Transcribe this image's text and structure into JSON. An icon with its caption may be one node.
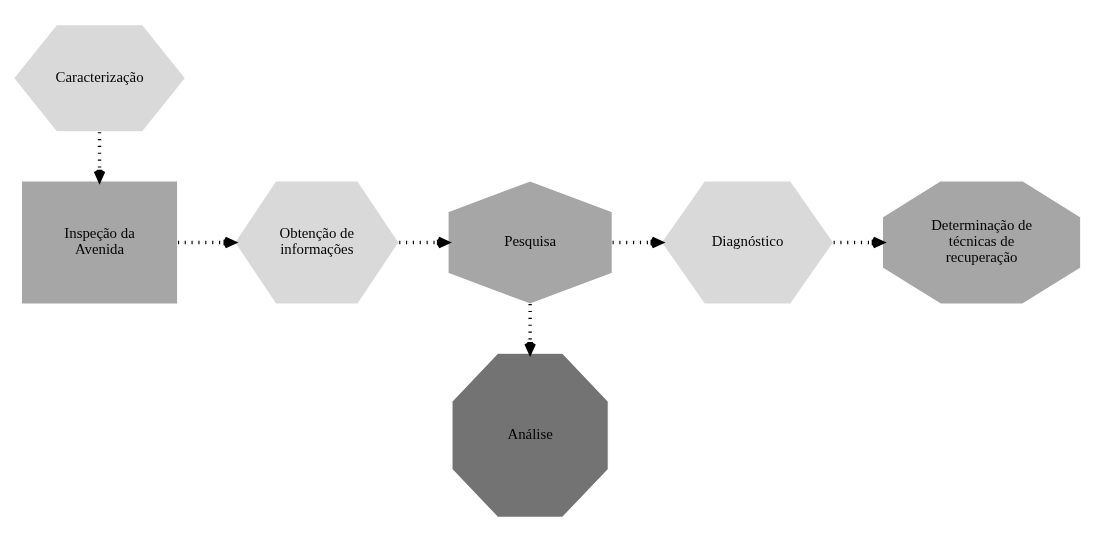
{
  "diagram": {
    "nodes": [
      {
        "text": [
          "Caracterização"
        ]
      },
      {
        "text": [
          "Inspeção da Avenida"
        ]
      },
      {
        "text": [
          "Obtenção de informações"
        ]
      },
      {
        "text": [
          "Pesquisa"
        ]
      },
      {
        "text": [
          "Diagnóstico"
        ]
      },
      {
        "text": [
          "Determinação de técnicas de recuperação"
        ]
      },
      {
        "text": [
          "Análise"
        ]
      }
    ],
    "edges": [
      {
        "from": 0,
        "to": 1,
        "arrow": "to",
        "style": "dashed"
      },
      {
        "from": 1,
        "to": 2,
        "arrow": "to",
        "style": "dashed"
      },
      {
        "from": 2,
        "to": 3,
        "arrow": "to",
        "style": "dashed"
      },
      {
        "from": 3,
        "to": 4,
        "arrow": "to",
        "style": "dashed"
      },
      {
        "from": 4,
        "to": 5,
        "arrow": "to",
        "style": "dashed"
      },
      {
        "from": 3,
        "to": 6,
        "arrow": "to",
        "style": "dashed"
      }
    ]
  }
}
